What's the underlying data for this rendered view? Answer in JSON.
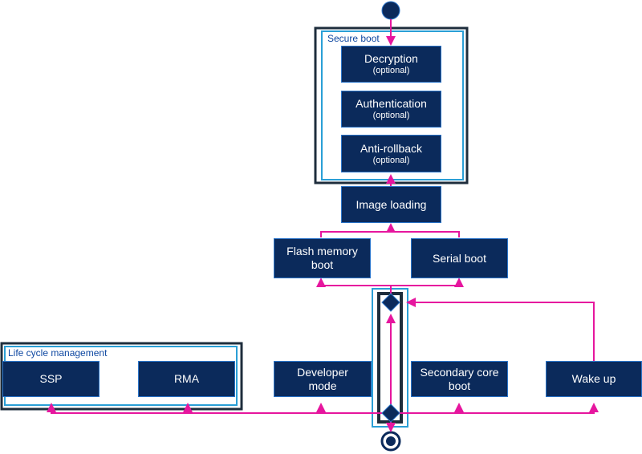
{
  "colors": {
    "box_fill": "#0b2a5b",
    "box_border": "#2a74c9",
    "connector": "#e6169e",
    "frame_dark": "#1e2d3c",
    "frame_light": "#2a9fd6",
    "label": "#0d47a1"
  },
  "groups": {
    "secure_boot": "Secure boot",
    "lifecycle": "Life cycle management"
  },
  "steps": {
    "decryption": {
      "label": "Decryption",
      "sub": "(optional)"
    },
    "authentication": {
      "label": "Authentication",
      "sub": "(optional)"
    },
    "anti_rollback": {
      "label": "Anti-rollback",
      "sub": "(optional)"
    },
    "image_loading": {
      "label": "Image loading"
    },
    "flash_boot": {
      "label": "Flash memory boot"
    },
    "serial_boot": {
      "label": "Serial boot"
    },
    "ssp": {
      "label": "SSP"
    },
    "rma": {
      "label": "RMA"
    },
    "developer_mode": {
      "label": "Developer mode"
    },
    "secondary_core": {
      "label": "Secondary core boot"
    },
    "wake_up": {
      "label": "Wake up"
    }
  }
}
